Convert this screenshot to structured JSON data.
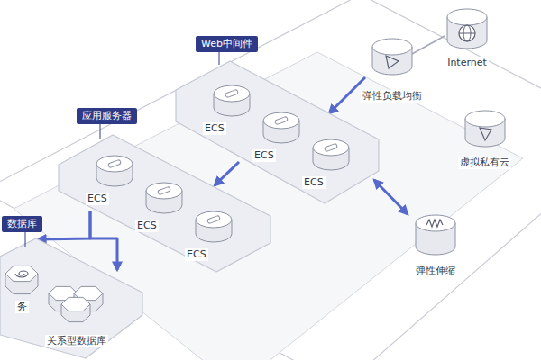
{
  "diagram": {
    "nodes": [
      {
        "text": [
          "Web中间件"
        ]
      },
      {
        "text": [
          "ECS"
        ],
        "in": 0
      },
      {
        "text": [
          "ECS"
        ],
        "in": 0
      },
      {
        "text": [
          "ECS"
        ],
        "in": 0
      },
      {
        "text": [
          "应用服务器"
        ]
      },
      {
        "text": [
          "ECS"
        ],
        "in": 4
      },
      {
        "text": [
          "ECS"
        ],
        "in": 4
      },
      {
        "text": [
          "ECS"
        ],
        "in": 4
      },
      {
        "text": [
          "数据库"
        ]
      },
      {
        "text": [
          "务"
        ],
        "in": 8
      },
      {
        "text": [
          "关系型数据库"
        ],
        "in": 8
      },
      {
        "text": [
          "Internet"
        ]
      },
      {
        "text": [
          "弹性负载均衡"
        ]
      },
      {
        "text": [
          "虚拟私有云"
        ]
      },
      {
        "text": [
          "弹性伸缩"
        ]
      }
    ],
    "edges": [
      {
        "from": 11,
        "to": 12,
        "arrow": "none"
      },
      {
        "from": 12,
        "to": 0,
        "arrow": "to"
      },
      {
        "from": 0,
        "to": 4,
        "arrow": "to"
      },
      {
        "from": 4,
        "to": 9,
        "arrow": "to"
      },
      {
        "from": 4,
        "to": 10,
        "arrow": "to"
      },
      {
        "from": 14,
        "to": 0,
        "arrow": "both"
      }
    ]
  }
}
